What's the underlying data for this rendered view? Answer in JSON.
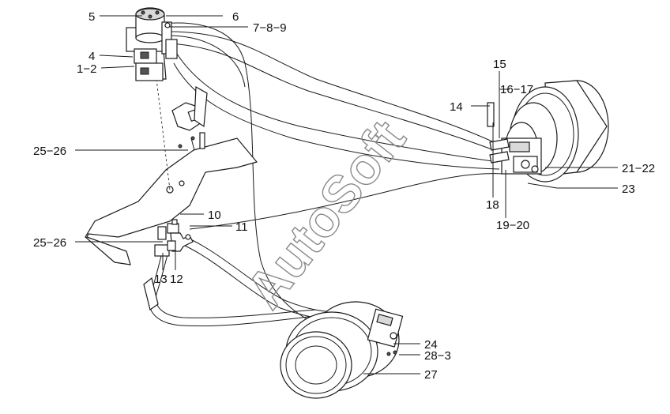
{
  "watermark": "AutoSoft",
  "callouts": {
    "c5": "5",
    "c6": "6",
    "c7": "7−8−9",
    "c4": "4",
    "c1": "1−2",
    "c15": "15",
    "c16": "16−17",
    "c14": "14",
    "c25a": "25−26",
    "c21": "21−22",
    "c23": "23",
    "c18": "18",
    "c10": "10",
    "c11": "11",
    "c19": "19−20",
    "c25b": "25−26",
    "c13": "13",
    "c12": "12",
    "c24": "24",
    "c28": "28−3",
    "c27": "27"
  }
}
